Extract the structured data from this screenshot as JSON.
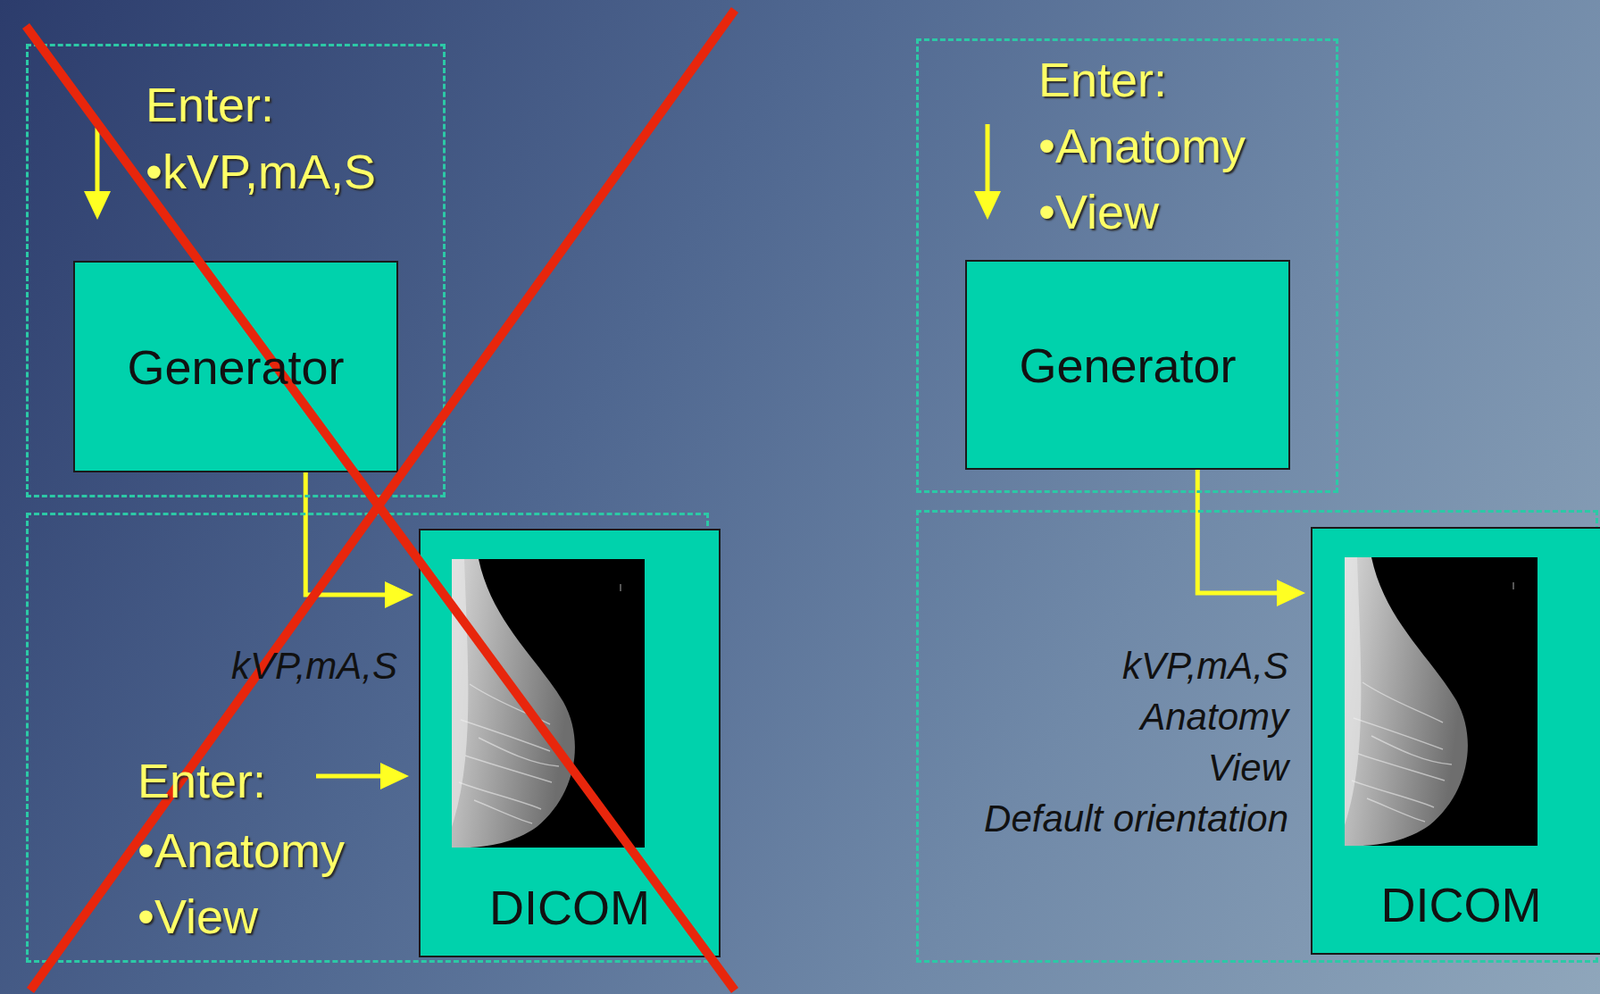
{
  "diagram": {
    "nodes": [
      {
        "text": [
          "Enter:",
          "•kVP,mA,S"
        ]
      },
      {
        "text": [
          "Generator"
        ],
        "in": 0
      },
      {
        "text": [
          "kVP,mA,S",
          "Enter:",
          "•Anatomy",
          "•View"
        ]
      },
      {
        "text": [
          "DICOM"
        ],
        "in": 2
      },
      {
        "text": [
          "Enter:",
          "•Anatomy",
          "•View"
        ]
      },
      {
        "text": [
          "Generator"
        ],
        "in": 4
      },
      {
        "text": [
          "kVP,mA,S",
          "Anatomy",
          "View",
          "Default orientation"
        ]
      },
      {
        "text": [
          "DICOM"
        ],
        "in": 6
      }
    ],
    "edges": [
      {
        "from": 1,
        "to": 3,
        "arrow": "to"
      },
      {
        "from": 5,
        "to": 7,
        "arrow": "to"
      }
    ]
  }
}
